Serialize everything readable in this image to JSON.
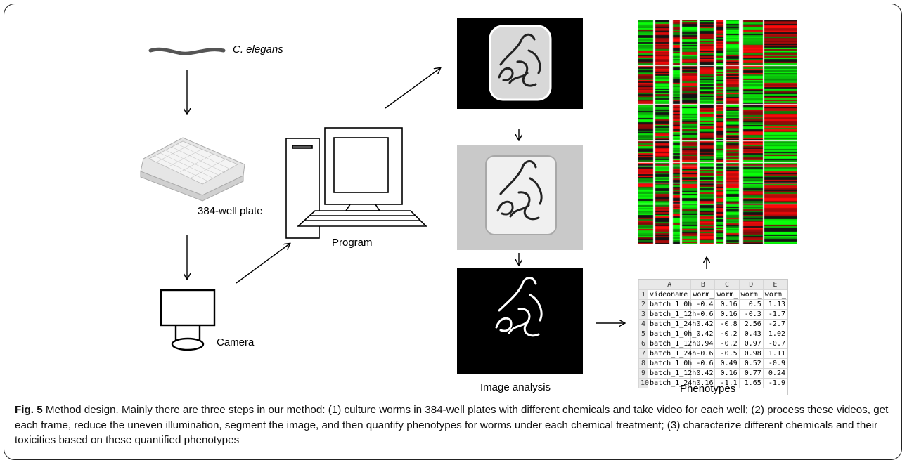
{
  "labels": {
    "celegans": "C. elegans",
    "plate": "384-well plate",
    "camera": "Camera",
    "program": "Program",
    "image_analysis": "Image analysis",
    "phenotypes": "Phenotypes"
  },
  "caption": {
    "fig": "Fig. 5",
    "text": " Method design. Mainly there are three steps in our method: (1) culture worms in 384-well plates with different chemicals and take video for each well; (2) process these videos, get each frame, reduce the uneven illumination, segment the image, and then quantify phenotypes for worms under each chemical treatment; (3) characterize different chemicals and their toxicities based on these quantified phenotypes"
  },
  "spreadsheet": {
    "columns": [
      "A",
      "B",
      "C",
      "D",
      "E"
    ],
    "rows": [
      [
        "1",
        "videoname",
        "worm_",
        "worm_",
        "worm_",
        "worm_"
      ],
      [
        "2",
        "batch_1_0h_",
        "-0.4",
        "0.16",
        "0.5",
        "1.13"
      ],
      [
        "3",
        "batch_1_12h",
        "-0.6",
        "0.16",
        "-0.3",
        "-1.7"
      ],
      [
        "4",
        "batch_1_24h",
        "0.42",
        "-0.8",
        "2.56",
        "-2.7"
      ],
      [
        "5",
        "batch_1_0h_",
        "0.42",
        "-0.2",
        "0.43",
        "1.02"
      ],
      [
        "6",
        "batch_1_12h",
        "0.94",
        "-0.2",
        "0.97",
        "-0.7"
      ],
      [
        "7",
        "batch_1_24h",
        "-0.6",
        "-0.5",
        "0.98",
        "1.11"
      ],
      [
        "8",
        "batch_1_0h_",
        "-0.6",
        "0.49",
        "0.52",
        "-0.9"
      ],
      [
        "9",
        "batch_1_12h",
        "0.42",
        "0.16",
        "0.77",
        "0.24"
      ],
      [
        "10",
        "batch_1_24h",
        "0.16",
        "-1.1",
        "1.65",
        "-1.9"
      ]
    ]
  },
  "colors": {
    "heat_red": "#c0141a",
    "heat_green": "#1fd11f",
    "heat_black": "#0a0a0a"
  }
}
